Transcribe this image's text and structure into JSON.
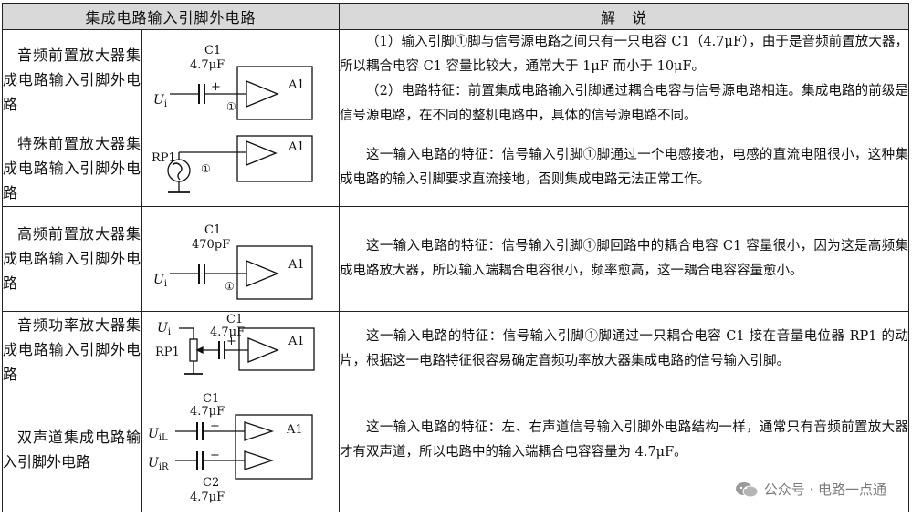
{
  "header": {
    "col1": "集成电路输入引脚外电路",
    "col2": "解　说"
  },
  "rows": [
    {
      "name": "音频前置放大器集成电路输入引脚外电路",
      "desc": [
        "（1）输入引脚①脚与信号源电路之间只有一只电容 C1（4.7μF），由于是音频前置放大器，所以耦合电容 C1 容量比较大，通常大于 1μF 而小于 10μF。",
        "（2）电路特征：前置集成电路输入引脚通过耦合电容与信号源电路相连。集成电路的前级是信号源电路，在不同的整机电路中，具体的信号源电路不同。"
      ],
      "diagram": {
        "cap": "C1",
        "value": "4.7μF",
        "input": "Ui",
        "amp": "A1",
        "pin": "①",
        "plus": "+"
      }
    },
    {
      "name": "特殊前置放大器集成电路输入引脚外电路",
      "desc": [
        "这一输入电路的特征：信号输入引脚①脚通过一个电感接地，电感的直流电阻很小，这种集成电路的输入引脚要求直流接地，否则集成电路无法正常工作。"
      ],
      "diagram": {
        "rp": "RP1",
        "amp": "A1",
        "pin": "①"
      }
    },
    {
      "name": "高频前置放大器集成电路输入引脚外电路",
      "desc": [
        "这一输入电路的特征：信号输入引脚①脚回路中的耦合电容 C1 容量很小，因为这是高频集成电路放大器，所以输入端耦合电容很小，频率愈高，这一耦合电容容量愈小。"
      ],
      "diagram": {
        "cap": "C1",
        "value": "470pF",
        "input": "Ui",
        "amp": "A1",
        "pin": "①"
      }
    },
    {
      "name": "音频功率放大器集成电路输入引脚外电路",
      "desc": [
        "这一输入电路的特征：信号输入引脚①脚通过一只耦合电容 C1 接在音量电位器 RP1 的动片，根据这一电路特征很容易确定音频功率放大器集成电路的信号输入引脚。"
      ],
      "diagram": {
        "cap": "C1",
        "value": "4.7μF",
        "input": "Ui",
        "rp": "RP1",
        "amp": "A1",
        "plus": "+"
      }
    },
    {
      "name": "双声道集成电路输入引脚外电路",
      "desc": [
        "这一输入电路的特征：左、右声道信号输入引脚外电路结构一样，通常只有音频前置放大器才有双声道，所以电路中的输入端耦合电容容量为 4.7μF。"
      ],
      "diagram": {
        "cap1": "C1",
        "value1": "4.7μF",
        "cap2": "C2",
        "value2": "4.7μF",
        "inL": "UiL",
        "inR": "UiR",
        "amp": "A1",
        "plus": "+"
      }
    }
  ],
  "watermark": {
    "text": "公众号 · 电路一点通",
    "icon": "wechat-icon"
  }
}
